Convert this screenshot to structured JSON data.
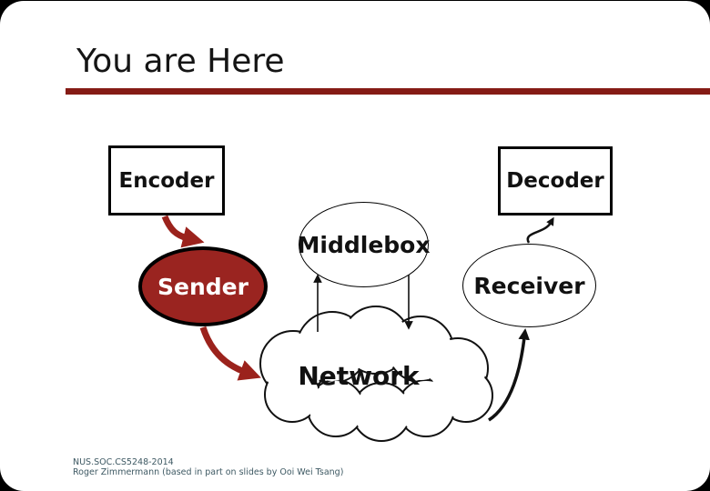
{
  "slide": {
    "title": "You are Here",
    "footer": {
      "line1": "NUS.SOC.CS5248-2014",
      "line2": "Roger Zimmermann (based in part on slides by Ooi Wei Tsang)"
    }
  },
  "diagram": {
    "nodes": {
      "encoder": "Encoder",
      "decoder": "Decoder",
      "sender": "Sender",
      "receiver": "Receiver",
      "middlebox": "Middlebox",
      "network": "Network"
    },
    "edges": [
      {
        "from": "Encoder",
        "to": "Sender",
        "style": "thick-red-curve"
      },
      {
        "from": "Sender",
        "to": "Network",
        "style": "thick-red-curve"
      },
      {
        "from": "Network",
        "to": "Middlebox",
        "style": "thin-black-line-arrow-up"
      },
      {
        "from": "Middlebox",
        "to": "Network",
        "style": "thin-black-line-arrow-down"
      },
      {
        "from": "Network",
        "to": "Receiver",
        "style": "black-curve-arrow-up"
      },
      {
        "from": "Receiver",
        "to": "Decoder",
        "style": "black-s-curve-arrow-up"
      }
    ]
  },
  "colors": {
    "accent_red": "#9B221C",
    "underline_red": "#851B15",
    "sender_fill": "#9A2420",
    "node_border": "#000000",
    "text_black": "#111111",
    "footer_text": "#3E5963",
    "slide_background": "#FFFFFF",
    "page_background": "#000000"
  }
}
